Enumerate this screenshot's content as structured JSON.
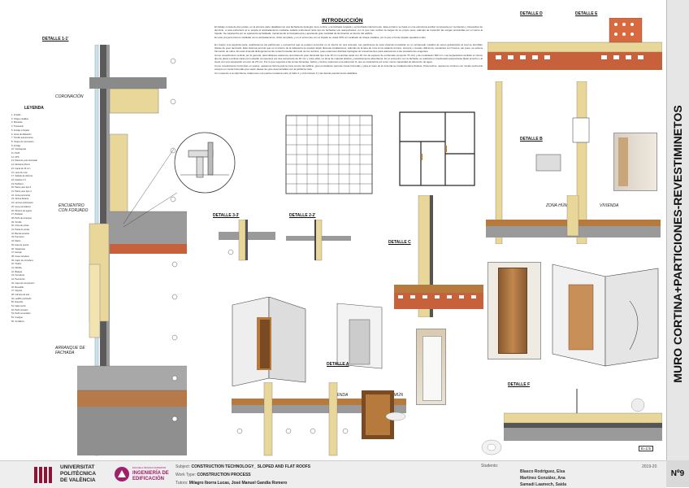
{
  "title_vertical": "MURO CORTINA+PARTICIONES-REVESTIMINETOS",
  "sheet_number": "Nº9",
  "year": "2019-20",
  "intro": {
    "heading": "INTRODUCCIÓN",
    "p1": "El trabajo consta de dos partes, en la primera parte detallaremos una fachada de tipología muro cortina, una fachada colgada y entrenibada inferiormente. Esta entramo se basa en una estructura auxiliar compuesta por montantes y travesaños de aluminio, a esta estructura se le acopla el acristalamiento mediante sellado estructural. Este tipo de fachadas son autoportantes, por lo que solo reciben la cargas de su propio peso, además de transmitir las cargas producidas por el viento al forjado. Se caracteriza por su apariencia acristalada, manteniendo la transparencia y aportando gran cantidad de iluminación al interior del edificio.",
    "p2": "En este proyecto hemos instalado como acristalamiento, vidrio templado, y en el encuentro con el forjado se usará XPS con acabado de chapa metálica, por lo que el frente forjado quedará oculto.",
    "p3": "En cuanto a la segunda parte, analizaremos las particiones y encuentros que se pueden encontrar en el interior de una vivienda. Las particiones de esta vivienda consistirán en un entramado metálico de acero galvanizado al cual se atornillan placas de yeso laminado. Este sistema permite que en el interior de la tabiquería se puedan alojar diversas instalaciones, además de la lana de roca como aislante térmico, siempre y cuando utilicemos montantes con huecos, así pues, se evita la formación de nidos. En esta vivienda distinguiremos las zonas húmedas del resto de los recintos, pues usaremos distintas tipologías de revestimientos para adecuarnos a las prestaciones exigentes.",
    "p4": "Como revestimiento vertical, por lo general, para tabiques usaremos una placa de yeso laminado tipo A de 15 mm a ambas caras con 46 mm de espesor de entramado (conjunto 76 mm) y de modulación 600 mm. Las separadores también el mismo tipo de placa a ambas caras pero estarán compuestos por dos estructuras de 46 mm y entre ellas, un alma de material elástico y acústicamente absorbente. En el encuentro con la fachada, se realizará un trasdosado autoportante fijado al techo y al suelo con una separación al muro de 25 mm. Por lo que respecta a las zonas húmedas, baños y cocina, usaremos una placa tipo H, que se caracteriza por tener menor capacidad de absorción de agua.",
    "p5": "Como revestimiento horizontal, en suelos, usaremos tarima para la zona común del edificio, gres porcelánico para las zonas húmedas y para el resto de la vivienda se instalará tarima flotante. Para techos, usaremos continuo con zócalo perimetral excepto en zonas húmedas que serán placas de yeso desmontables con la perfilería vista.",
    "p6": "Con respecto a la carpintería, trataremos una puerta corredera entre el baño 2 y el dormitorio 3 y las demás puertas serán abatibles."
  },
  "labels": {
    "detalle_1": "DETALLE 1-1'",
    "detalle_3": "DETALLE 3-3'",
    "detalle_2": "DETALLE 2-2'",
    "detalle_a": "DETALLE A",
    "detalle_b": "DETALLE B",
    "detalle_c": "DETALLE C",
    "detalle_d": "DETALLE D",
    "detalle_e": "DETALLE E",
    "detalle_f": "DETALLE F",
    "leyenda": "LEYENDA",
    "coronacion": "CORONACIÓN",
    "encuentro_forjado": "ENCUENTRO CON FORJADO",
    "arranque_fachada": "ARRANQUE DE FACHADA",
    "zona_humeda": "ZONA HÚMEDA",
    "vivienda_1": "VIVIENDA",
    "vivienda_2": "VIVIENDA",
    "zona_comun": "ZONA COMÚN",
    "scale": "E=1:5"
  },
  "legend": [
    "1. Forjado",
    "2. Chapa metálica",
    "3. Montante",
    "4. Travesaño",
    "5. Anclaje a forjado",
    "6. Junta de dilatación",
    "7. Tornillo autoroscante",
    "8. Chapa de coronación",
    "9. Anclaje",
    "10. Vierteaguas",
    "11. Perfil",
    "12. XPS",
    "13. Placa de yeso laminado",
    "14. Montante 46mm",
    "15. Canal de 46 mm",
    "16. Lana de roca",
    "17. Sellado de silicona",
    "18. Aislante 1.5",
    "19. Perfilería",
    "20. Placa yeso tipo A",
    "21. Placa yeso tipo H",
    "22. Junta perimetral",
    "23. Tarima flotante",
    "24. Lámina antiimpacto",
    "25. Gres porcelánico",
    "26. Mortero de agarre",
    "27. Rodapié",
    "28. Perfil de arranque",
    "29. Tornillo",
    "30. Cinta de juntas",
    "31. Pasta de juntas",
    "32. Banda acústica",
    "33. Premarco",
    "34. Marco",
    "35. Hoja de puerta",
    "36. Tapajuntas",
    "37. Herraje",
    "38. Guía corredera",
    "39. Cajón de corredera",
    "40. Tirador",
    "41. Manilla",
    "42. Bisagra",
    "43. Cerradura",
    "44. Pavimento",
    "45. Capa de compresión",
    "46. Bovedilla",
    "47. Vigueta",
    "48. Cámara de aire",
    "49. Ladrillo perforado",
    "50. Enlucido",
    "51. Falso techo",
    "52. Perfil primario",
    "53. Perfil secundario",
    "54. Cuelgue",
    "55. Tornillería"
  ],
  "footer": {
    "subject_label": "Subject:",
    "subject": "CONSTRUCTION TECHNOLOGY_ SLOPED AND FLAT ROOFS",
    "worktype_label": "Work Type:",
    "worktype": "CONSTRUCTION PROCESS",
    "tutors_label": "Tutors:",
    "tutors": "Milagro Iborra Lucas, José Manuel Gandía Romero",
    "students_label": "Students:",
    "student1": "Blasco Rodríguez, Elsa",
    "student2": "Martínez González, Ana",
    "student3": "Samadi Laamech, Saida",
    "university_line1": "UNIVERSITAT",
    "university_line2": "POLITÈCNICA",
    "university_line3": "DE VALÈNCIA",
    "school_small": "ESCUELA TÉCNICA SUPERIOR",
    "school_line1": "INGENIERÍA DE",
    "school_line2": "EDIFICACIÓN"
  },
  "colors": {
    "insulation": "#e9d79a",
    "brick": "#c7613c",
    "wood": "#b67a3c",
    "concrete": "#9a9a9a",
    "accent_upv": "#8b1538",
    "accent_school": "#a0206c"
  }
}
